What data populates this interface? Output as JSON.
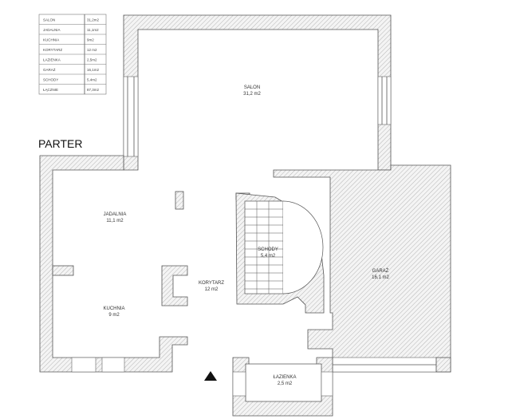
{
  "title": "PARTER",
  "legend": [
    {
      "name": "SALON",
      "area": "31,2m2"
    },
    {
      "name": "JADALNIA",
      "area": "11,1m2"
    },
    {
      "name": "KUCHNIA",
      "area": "9m2"
    },
    {
      "name": "KORYTARZ",
      "area": "12 m2"
    },
    {
      "name": "ŁAZIENKA",
      "area": "2,5m2"
    },
    {
      "name": "GARAŻ",
      "area": "16,1m2"
    },
    {
      "name": "SCHODY",
      "area": "5,4m2"
    },
    {
      "name": "ŁĄCZNIE",
      "area": "87,3m2"
    }
  ],
  "rooms": {
    "salon": {
      "name": "SALON",
      "area": "31,2 m2"
    },
    "jadalnia": {
      "name": "JADALNIA",
      "area": "11,1 m2"
    },
    "kuchnia": {
      "name": "KUCHNIA",
      "area": "9 m2"
    },
    "korytarz": {
      "name": "KORYTARZ",
      "area": "12 m2"
    },
    "schody": {
      "name": "SCHODY",
      "area": "5,4 m2"
    },
    "garaz": {
      "name": "GARAŻ",
      "area": "16,1 m2"
    },
    "lazienka": {
      "name": "ŁAZIENKA",
      "area": "2,5 m2"
    }
  }
}
